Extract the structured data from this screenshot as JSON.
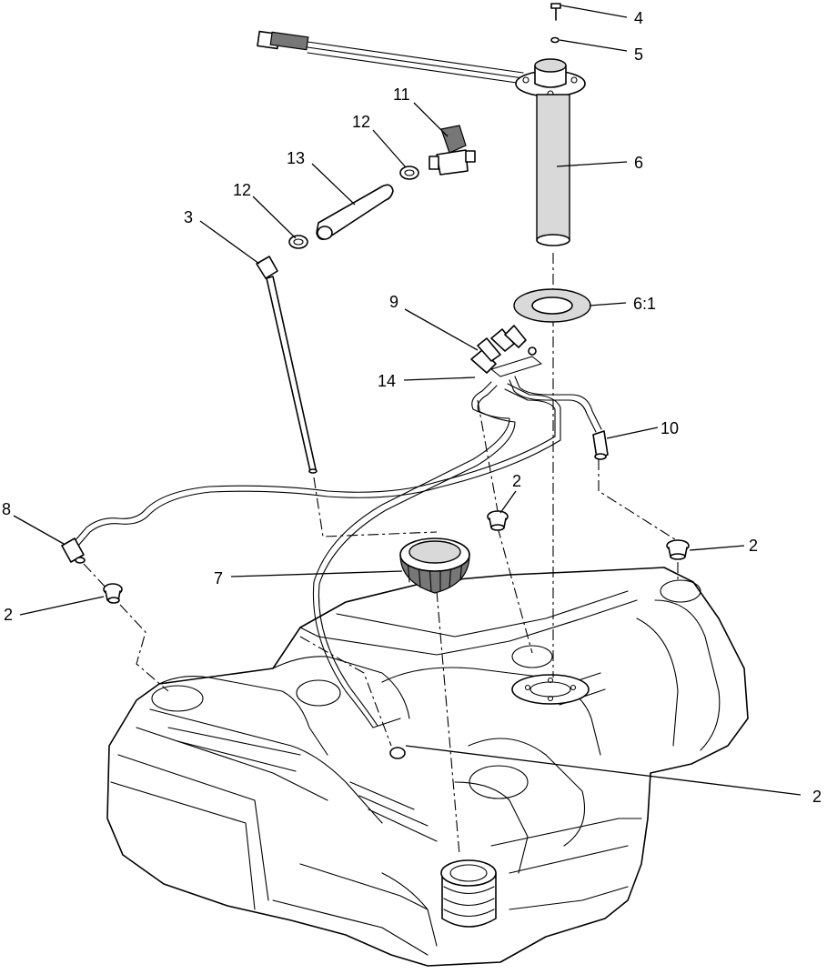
{
  "callouts": {
    "c4": "4",
    "c5": "5",
    "c6": "6",
    "c6_1": "6:1",
    "c11": "11",
    "c12a": "12",
    "c13": "13",
    "c12b": "12",
    "c3": "3",
    "c9": "9",
    "c14": "14",
    "c10": "10",
    "c2_center": "2",
    "c2_right": "2",
    "c8": "8",
    "c7": "7",
    "c2_left": "2",
    "c2_lower": "2"
  }
}
